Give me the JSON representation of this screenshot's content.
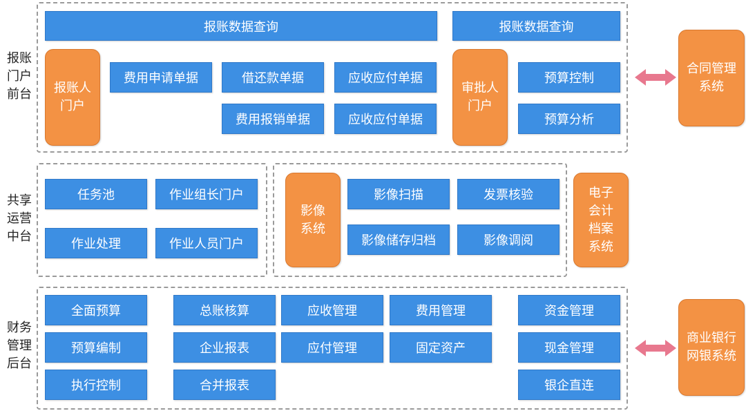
{
  "layers": {
    "front": "报账\n门户\n前台",
    "middle": "共享\n运营\n中台",
    "back": "财务\n管理\n后台"
  },
  "front": {
    "query_left": "报账数据查询",
    "query_right": "报账数据查询",
    "reimburser_portal": "报账人\n门户",
    "expense_application": "费用申请单据",
    "borrow_repay": "借还款单据",
    "receivable_payable_1": "应收应付单据",
    "expense_reimbursement": "费用报销单据",
    "receivable_payable_2": "应收应付单据",
    "approver_portal": "审批人\n门户",
    "budget_control": "预算控制",
    "budget_analysis": "预算分析"
  },
  "middle": {
    "task_pool": "任务池",
    "team_leader_portal": "作业组长门户",
    "task_processing": "作业处理",
    "staff_portal": "作业人员门户",
    "imaging_system": "影像\n系统",
    "image_scan": "影像扫描",
    "invoice_verify": "发票核验",
    "image_archive": "影像储存归档",
    "image_view": "影像调阅",
    "e_archive": "电子\n会计\n档案\n系统"
  },
  "back": {
    "comprehensive_budget": "全面预算",
    "budget_preparation": "预算编制",
    "execution_control": "执行控制",
    "general_ledger": "总账核算",
    "enterprise_reports": "企业报表",
    "consolidated_reports": "合并报表",
    "receivable_mgmt": "应收管理",
    "payable_mgmt": "应付管理",
    "expense_mgmt": "费用管理",
    "fixed_assets": "固定资产",
    "fund_mgmt": "资金管理",
    "cash_mgmt": "现金管理",
    "bank_enterprise": "银企直连"
  },
  "external": {
    "contract_mgmt": "合同管理\n系统",
    "bank_system": "商业银行\n网银系统"
  },
  "colors": {
    "blue": "#3d8fe3",
    "orange": "#f39244",
    "arrow": "#e8788e",
    "dash": "#9a9a9a"
  },
  "icons": {
    "arrow_contract": "double-arrow-icon",
    "arrow_bank": "double-arrow-icon"
  }
}
